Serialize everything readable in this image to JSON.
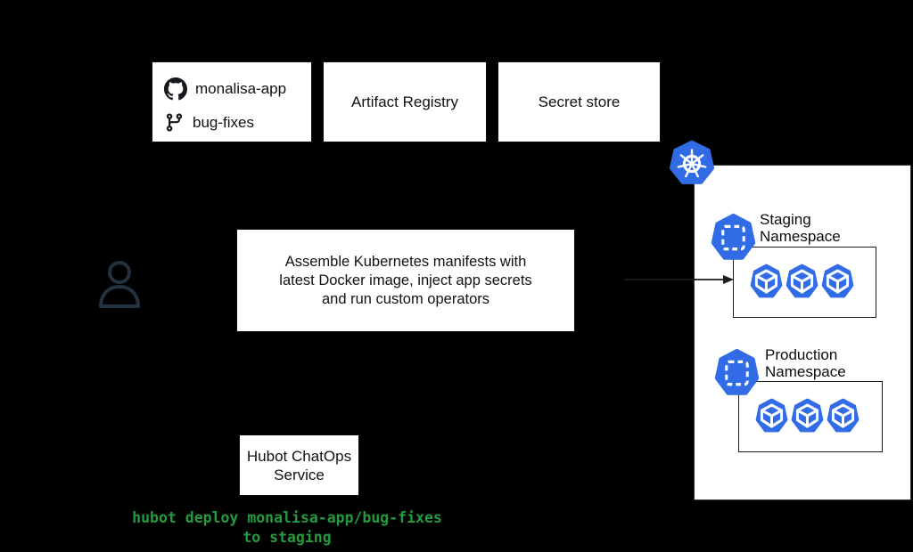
{
  "diagram": {
    "repo_box": {
      "name": "monalisa-app",
      "branch": "bug-fixes"
    },
    "artifact_registry_box": {
      "label": "Artifact Registry"
    },
    "secret_store_box": {
      "label": "Secret store"
    },
    "assemble_box": {
      "lines": [
        "Assemble Kubernetes manifests with",
        "latest Docker image, inject app secrets",
        "and run custom operators"
      ]
    },
    "hubot_box": {
      "lines": [
        "Hubot ChatOps",
        "Service"
      ]
    },
    "kubernetes_panel": {
      "staging": {
        "label_lines": [
          "Staging",
          "Namespace"
        ],
        "pod_count": 3
      },
      "production": {
        "label_lines": [
          "Production",
          "Namespace"
        ],
        "pod_count": 3
      }
    },
    "command": {
      "lines": [
        "hubot deploy monalisa-app/bug-fixes",
        "to staging"
      ]
    },
    "colors": {
      "background": "#000000",
      "box_fill": "#ffffff",
      "text": "#111111",
      "kubernetes_blue": "#316CE6",
      "command_green": "#239B3E",
      "person_stroke": "#24313F"
    }
  }
}
